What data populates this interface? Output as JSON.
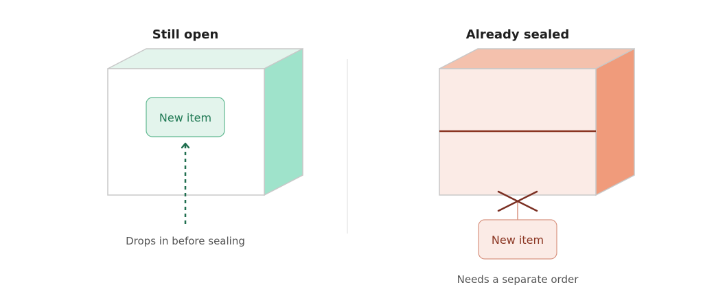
{
  "panels": {
    "open": {
      "title": "Still open",
      "item_label": "New item",
      "caption": "Drops in before sealing"
    },
    "sealed": {
      "title": "Already sealed",
      "item_label": "New item",
      "caption": "Needs a separate order"
    }
  },
  "colors": {
    "open_top": "#e3f4ec",
    "open_side": "#9fe3cb",
    "open_item_fill": "#e3f4ec",
    "open_item_stroke": "#5fb890",
    "open_text": "#217a55",
    "open_arrow": "#1f6e4e",
    "sealed_front": "#fbebe6",
    "sealed_top": "#f4c1ad",
    "sealed_side": "#f09b7b",
    "sealed_tape": "#8a3522",
    "sealed_x": "#7a2f22",
    "sealed_item_fill": "#fbebe6",
    "sealed_item_stroke": "#d89380",
    "sealed_text": "#8a3522",
    "box_outline": "#c8c8c8",
    "divider": "#dddddd"
  }
}
